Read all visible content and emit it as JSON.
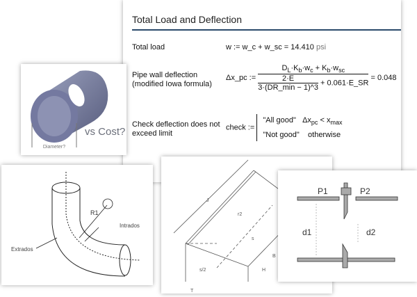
{
  "doc": {
    "title": "Total Load and Deflection",
    "rows": [
      {
        "label": "Total load",
        "formula_lhs": "w :=",
        "formula": "w_c + w_sc =",
        "result": "14.410",
        "unit": "psi"
      },
      {
        "label_line1": "Pipe wall deflection",
        "label_line2": "(modified Iowa formula)",
        "lhs": "Δx_pc :=",
        "numerator": "D_L·K_b·w_c + K_b·w_sc",
        "inner_num": "2·E",
        "inner_den": "3·(DR_min − 1)^3",
        "addend": "+ 0.061·E_SR",
        "result": "= 0.048"
      },
      {
        "label_line1": "Check deflection does not",
        "label_line2": "exceed limit",
        "lhs": "check :=",
        "case1_value": "\"All good\"",
        "case1_cond": "Δx_pc < x_max",
        "case2_value": "\"Not good\"",
        "case2_cond": "otherwise"
      }
    ]
  },
  "pipe": {
    "cost_label": "vs Cost?",
    "diameter_label": "Diameter?"
  },
  "elbow": {
    "radius_label": "R1",
    "intrados_label": "Intrados",
    "extrados_label": "Extrados"
  },
  "miter": {
    "labels": [
      "J",
      "r2",
      "s",
      "s/2",
      "B",
      "H",
      "T"
    ]
  },
  "valve": {
    "p1": "P1",
    "p2": "P2",
    "d1": "d1",
    "d2": "d2"
  },
  "colors": {
    "rule": "#2b4a6b",
    "pipe": "#6c7294"
  }
}
